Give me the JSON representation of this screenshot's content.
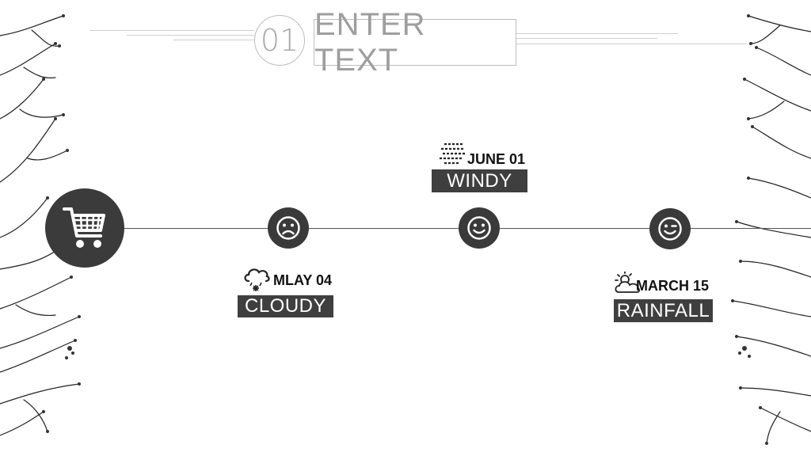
{
  "header": {
    "number": "01",
    "title": "ENTER TEXT"
  },
  "icons": {
    "hub": "shopping-cart-icon",
    "node1": "sad-face-icon",
    "node2": "smile-face-icon",
    "node3": "wink-face-icon"
  },
  "events": [
    {
      "date": "MLAY 04",
      "weather": "CLOUDY",
      "icon": "snow-cloud-icon"
    },
    {
      "date": "JUNE 01",
      "weather": "WINDY",
      "icon": "wind-icon"
    },
    {
      "date": "MARCH 15",
      "weather": "RAINFALL",
      "icon": "sun-cloud-icon"
    }
  ],
  "colors": {
    "node": "#3a3a3a",
    "box": "#3f3f3f",
    "outline": "#bdbdbd"
  }
}
